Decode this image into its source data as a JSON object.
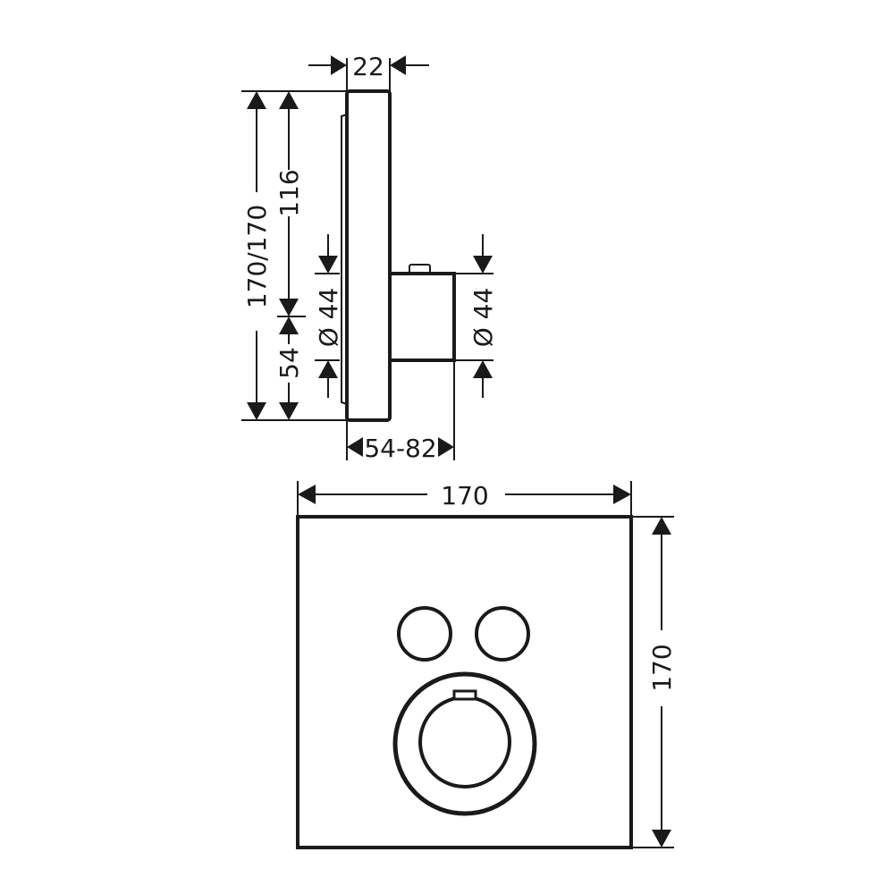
{
  "side_view": {
    "dim_depth": "22",
    "dim_total_height": "170/170",
    "dim_upper": "116",
    "dim_lower": "54",
    "dim_left_diameter": "Ø 44",
    "dim_right_diameter": "Ø 44",
    "dim_projection": "54-82"
  },
  "front_view": {
    "dim_width": "170",
    "dim_height": "170"
  }
}
